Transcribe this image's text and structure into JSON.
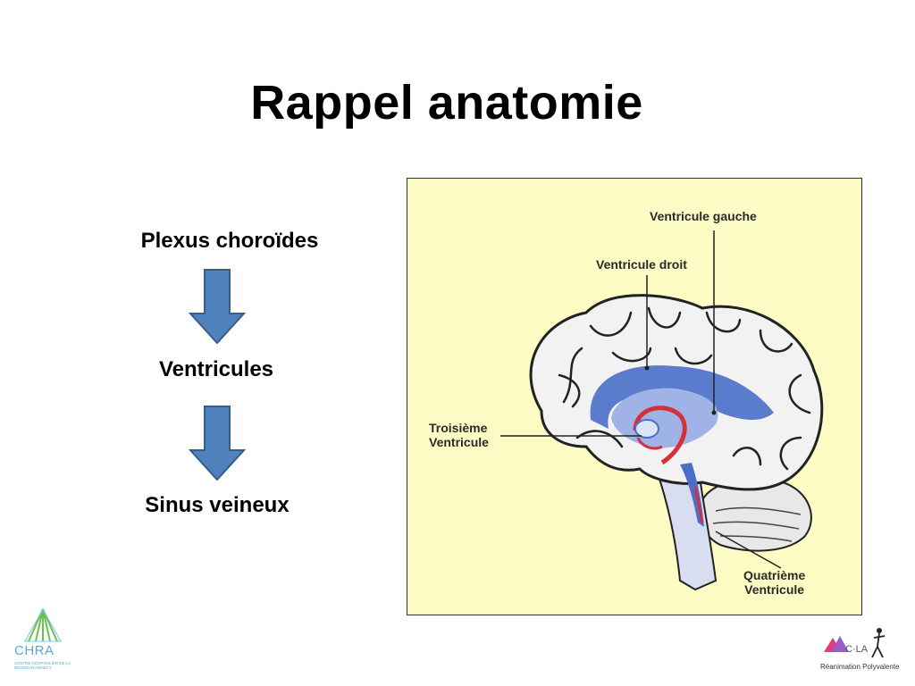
{
  "slide": {
    "title": "Rappel anatomie"
  },
  "flow": {
    "steps": [
      "Plexus choroïdes",
      "Ventricules",
      "Sinus veineux"
    ]
  },
  "figure": {
    "labels": {
      "ventricule_gauche": "Ventricule gauche",
      "ventricule_droit": "Ventricule droit",
      "troisieme_ventricule": "Troisième\nVentricule",
      "quatrieme_ventricule": "Quatrième\nVentricule"
    },
    "colors": {
      "background": "#fdfcc5",
      "ventricle_blue": "#4a6fc9",
      "plexus_red": "#d8303a"
    }
  },
  "logos": {
    "left_name": "CHRA",
    "left_sub": "CENTRE HOSPITALIER DE LA RÉGION D'ANNECY",
    "right_name": "C·LA",
    "right_sub": "Réanimation Polyvalente"
  },
  "colors": {
    "arrow_fill": "#4f81bd",
    "arrow_stroke": "#385d8a"
  }
}
